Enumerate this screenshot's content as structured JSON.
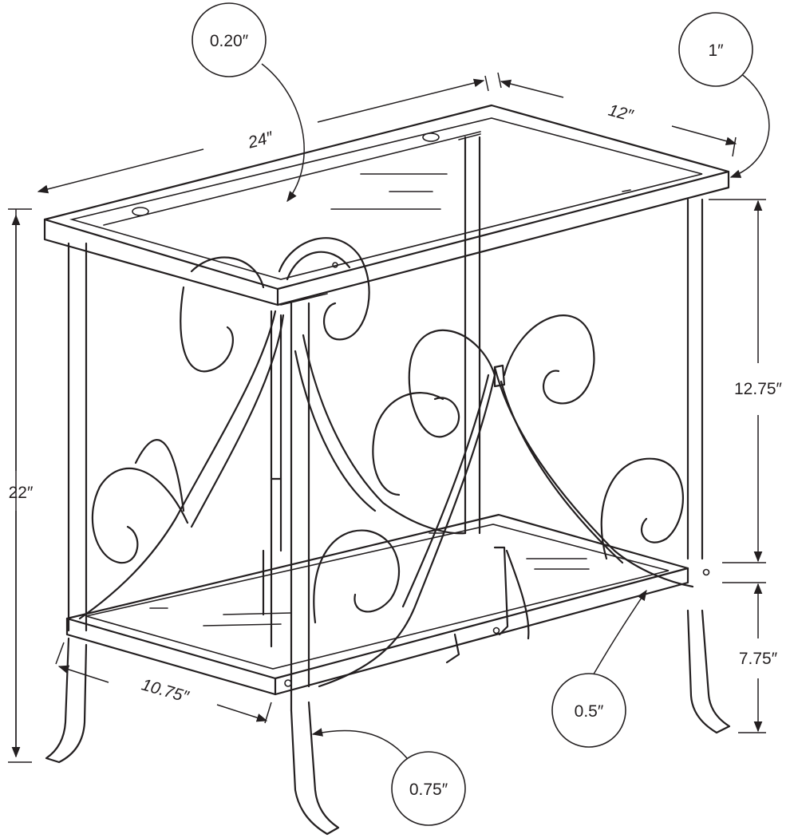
{
  "colors": {
    "ink": "#231f20",
    "background": "#ffffff"
  },
  "dimensions": {
    "glass_thickness": "0.20″",
    "frame_thickness": "1″",
    "width": "24″",
    "depth": "12″",
    "height": "22″",
    "shelf_gap": "12.75″",
    "shelf_height": "7.75″",
    "shelf_depth": "10.75″",
    "rod_diameter": "0.5″",
    "leg_width": "0.75″"
  }
}
